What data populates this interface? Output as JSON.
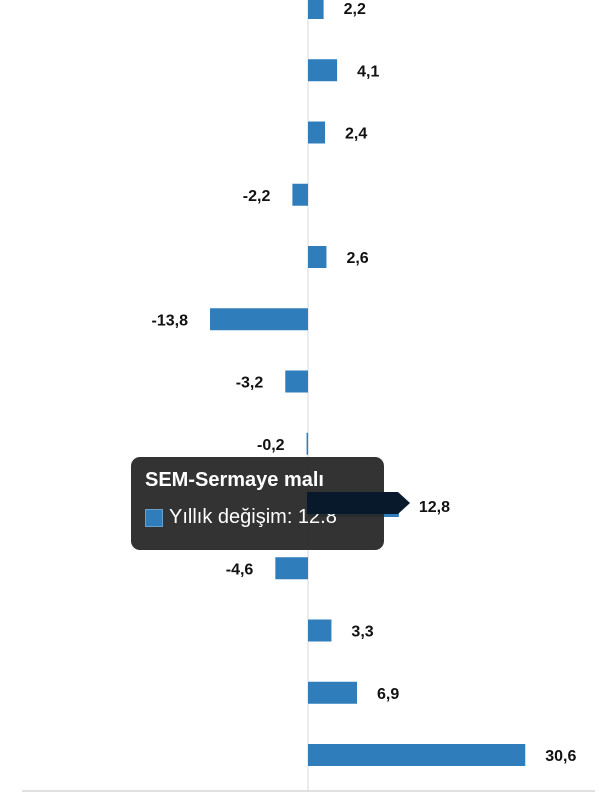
{
  "chart_data": {
    "type": "bar",
    "orientation": "horizontal",
    "categories": [
      "",
      "",
      "",
      "",
      "",
      "",
      "",
      "",
      "SEM-Sermaye malı",
      "",
      "",
      "",
      ""
    ],
    "series": [
      {
        "name": "Yıllık değişim",
        "values": [
          2.2,
          4.1,
          2.4,
          -2.2,
          2.6,
          -13.8,
          -3.2,
          -0.2,
          12.8,
          -4.6,
          3.3,
          6.9,
          30.6
        ],
        "color": "#2f7dba"
      }
    ],
    "data_labels": [
      "2,2",
      "4,1",
      "2,4",
      "-2,2",
      "2,6",
      "-13,8",
      "-3,2",
      "-0,2",
      "12,8",
      "-4,6",
      "3,3",
      "6,9",
      "30,6"
    ],
    "xlim": [
      -42,
      40
    ],
    "grid": false,
    "legend": "none"
  },
  "tooltip": {
    "title": "SEM-Sermaye malı",
    "text": "Yıllık değişim: 12.8"
  }
}
